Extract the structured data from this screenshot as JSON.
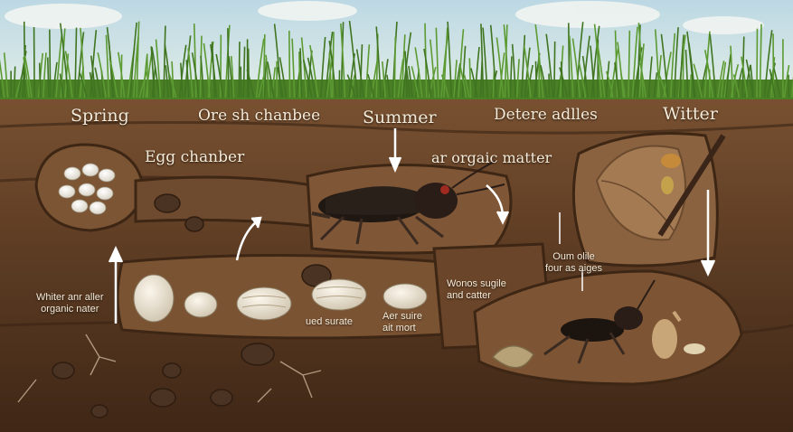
{
  "seasons": {
    "spring": "Spring",
    "summer": "Summer",
    "winter": "Witter"
  },
  "labels": {
    "ore_chamber": "Ore sh chanbee",
    "detere": "Detere adlles",
    "egg_chamber": "Egg chanber",
    "organic_matter": "ar orgaic matter",
    "winter_organic_1": "Whiter anr aller",
    "winter_organic_2": "organic nater",
    "wonos_1": "Wonos sugile",
    "wonos_2": "and catter",
    "oum_1": "Oum olile",
    "oum_2": "four as aiges",
    "ued_surate": "ued surate",
    "aer_1": "Aer suire",
    "aer_2": "ait mort"
  },
  "colors": {
    "sky": "#cfe3ea",
    "grass": "#4f8a2a",
    "soil_dark": "#4a2f1c",
    "soil_mid": "#6b4528",
    "soil_light": "#8a6140",
    "chamber": "#7a5334",
    "arrow": "#ffffff",
    "label": "#f4ead8"
  }
}
